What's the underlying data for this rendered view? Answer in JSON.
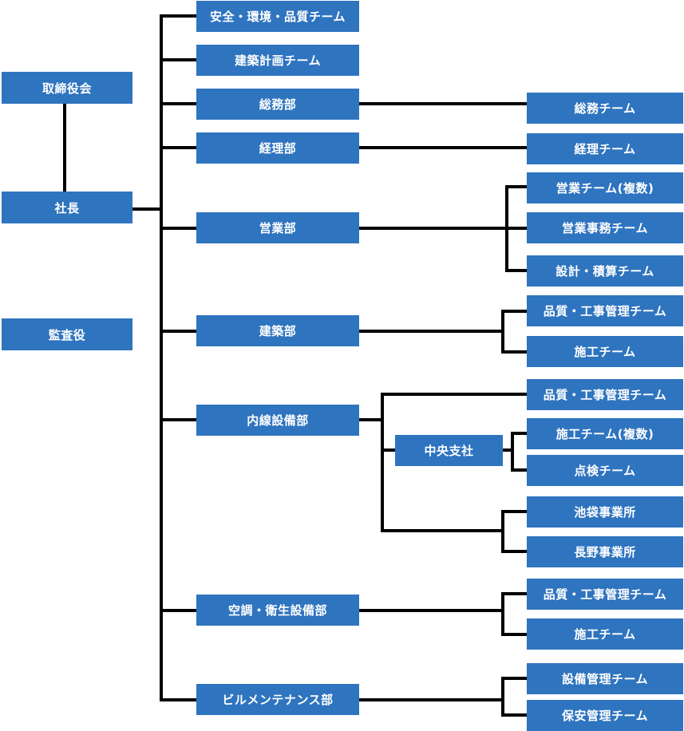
{
  "org": {
    "board": "取締役会",
    "president": "社長",
    "auditor": "監査役",
    "depts": {
      "safety_team": "安全・環境・品質チーム",
      "planning_team": "建築計画チーム",
      "general_affairs": "総務部",
      "accounting": "経理部",
      "sales": "営業部",
      "construction": "建築部",
      "interior": "内線設備部",
      "hvac": "空調・衛生設備部",
      "maintenance": "ビルメンテナンス部"
    },
    "teams": {
      "general_affairs_team": "総務チーム",
      "accounting_team": "経理チーム",
      "sales_team": "営業チーム(複数)",
      "sales_admin_team": "営業事務チーム",
      "design_estimate_team": "設計・積算チーム",
      "construction_qc_team": "品質・工事管理チーム",
      "construction_work_team": "施工チーム",
      "interior_qc_team": "品質・工事管理チーム",
      "chuo_branch": "中央支社",
      "branch_work_team": "施工チーム(複数)",
      "branch_inspection_team": "点検チーム",
      "ikebukuro_office": "池袋事業所",
      "nagano_office": "長野事業所",
      "hvac_qc_team": "品質・工事管理チーム",
      "hvac_work_team": "施工チーム",
      "facility_mgmt_team": "設備管理チーム",
      "security_mgmt_team": "保安管理チーム"
    }
  }
}
